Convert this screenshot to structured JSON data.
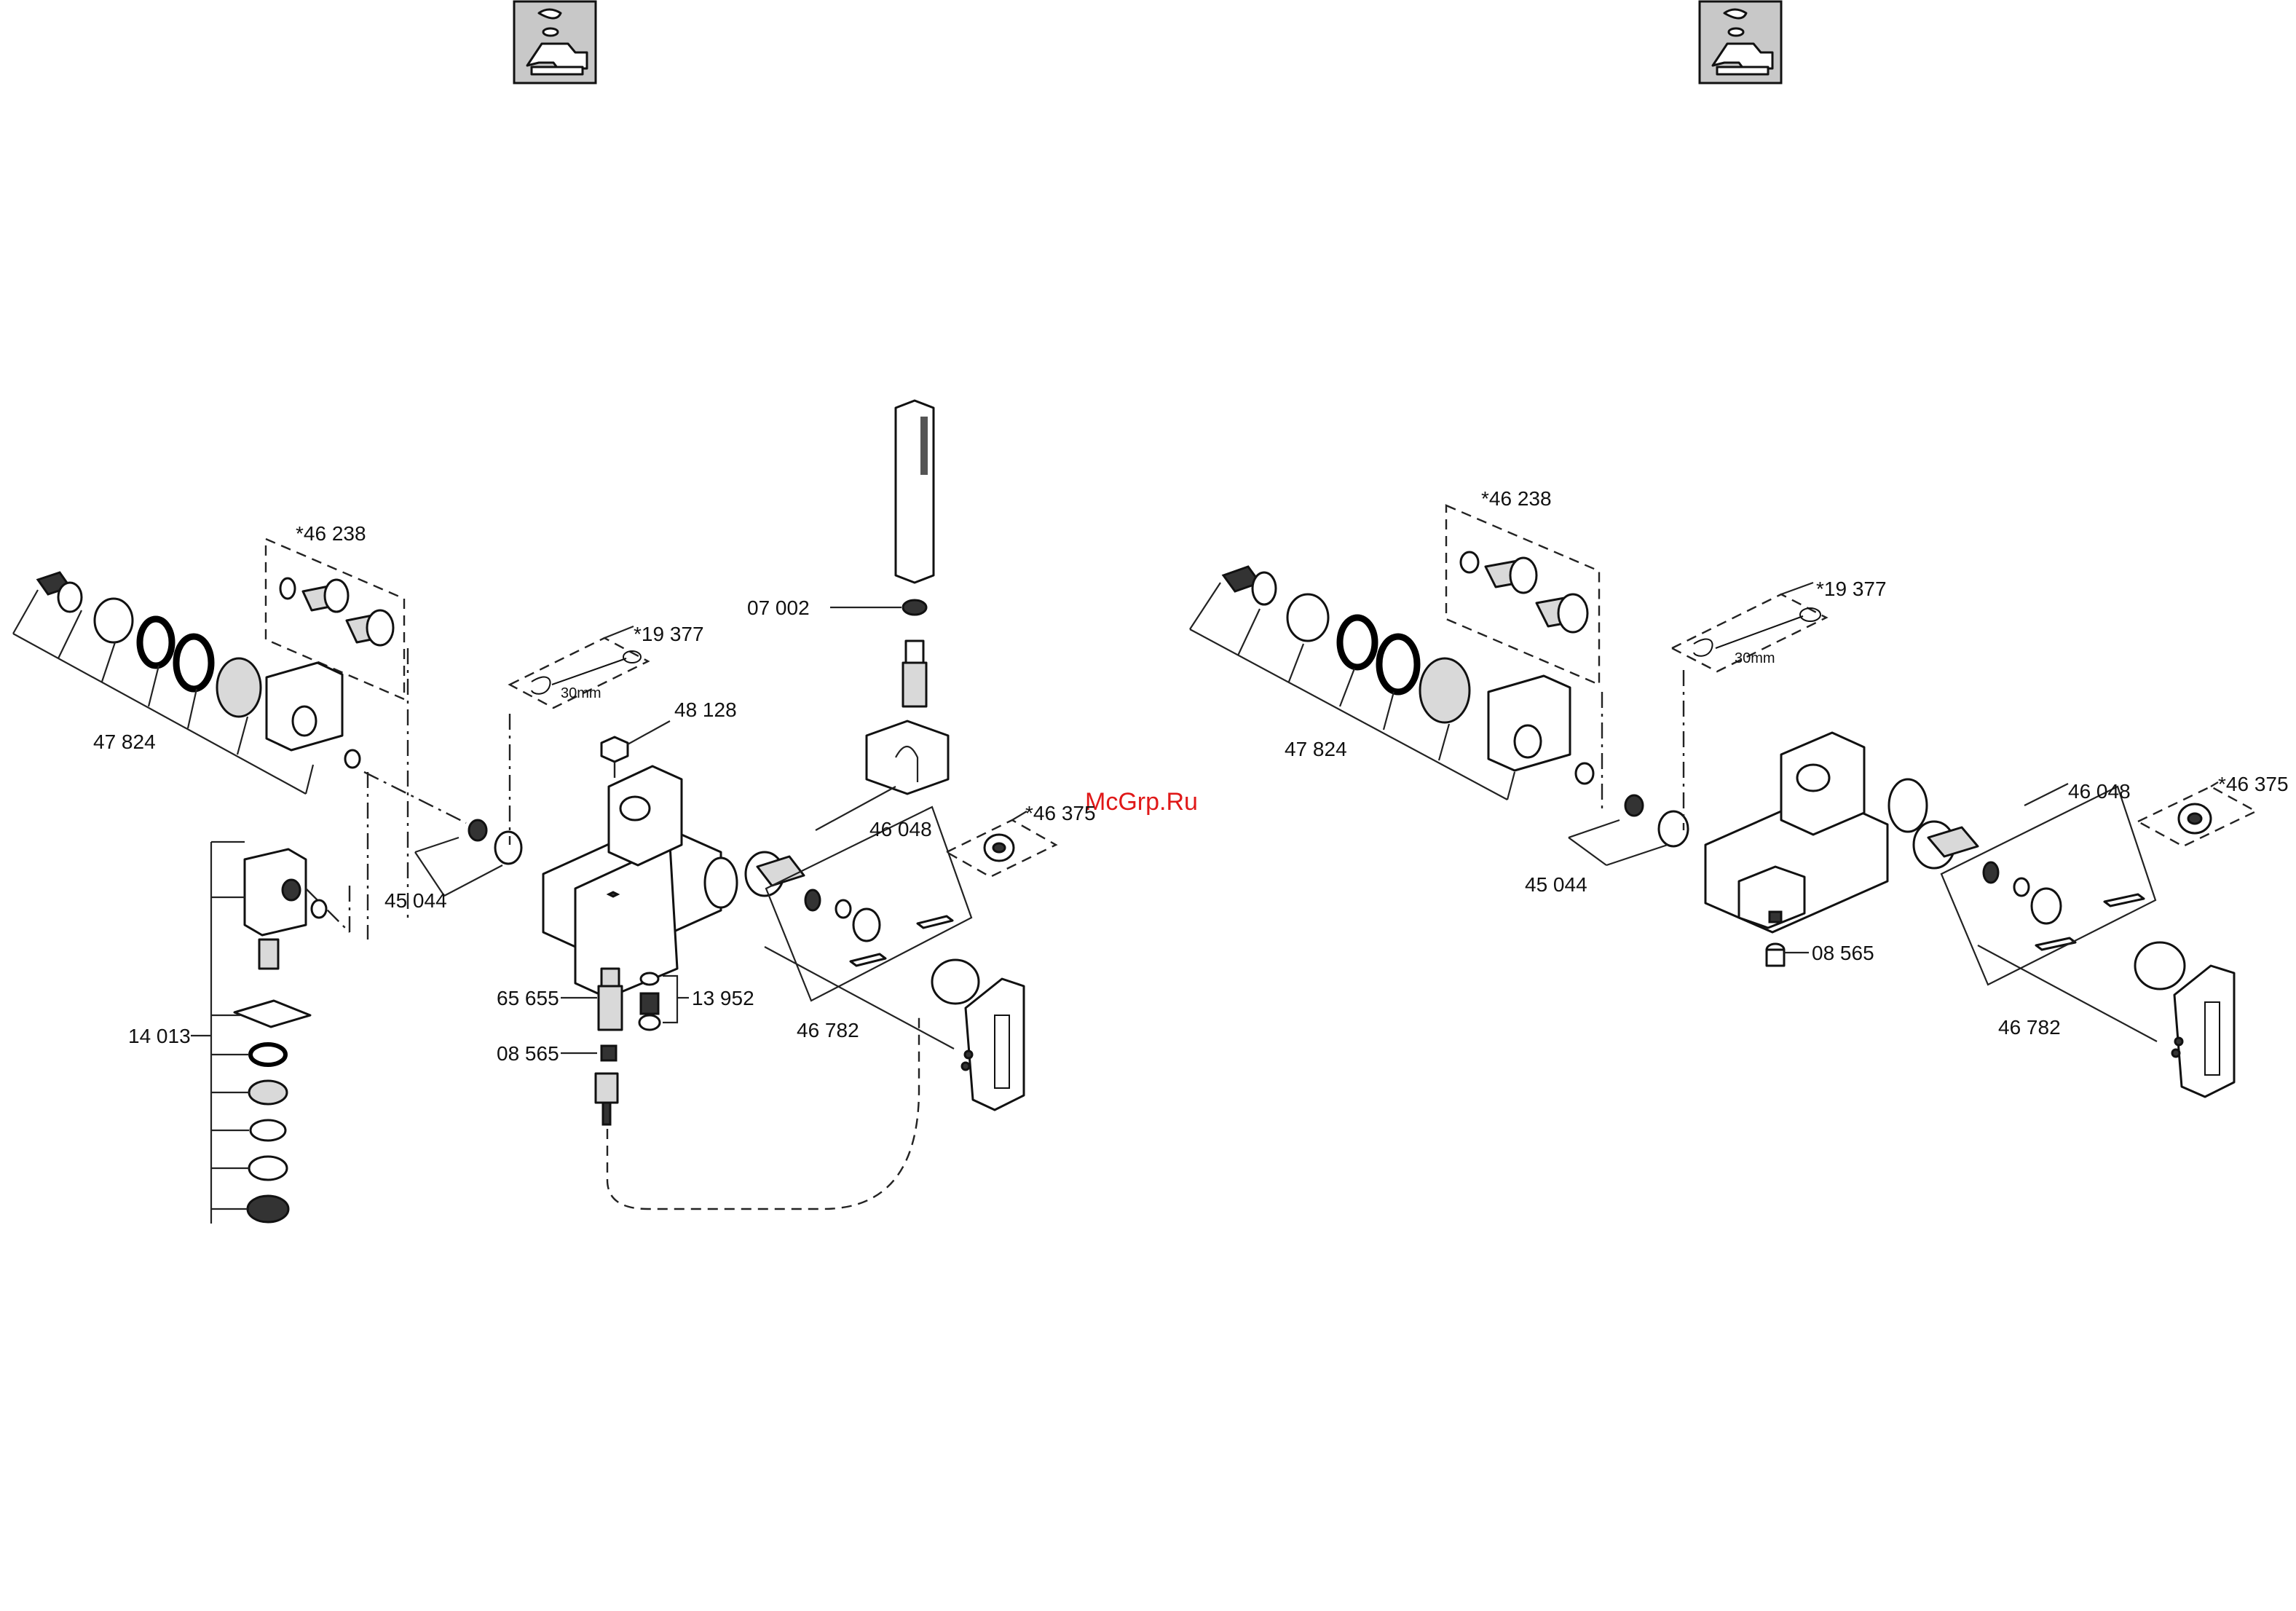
{
  "watermark": "McGrp.Ru",
  "icons": {
    "left": "faucet-icon",
    "right": "faucet-icon"
  },
  "left_view": {
    "labels": {
      "cartridge_kit": "*46 238",
      "wrench": "*19 377",
      "wrench_size": "30mm",
      "hand_shower_washer": "07 002",
      "button": "48 128",
      "eccentric_set": "47 824",
      "nut_set": "45 044",
      "cartridge": "46 048",
      "cap": "*46 375",
      "diverter": "65 655",
      "seal_set": "13 952",
      "aerator": "08 565",
      "handle": "46 782",
      "wall_union": "14 013"
    }
  },
  "right_view": {
    "labels": {
      "cartridge_kit": "*46 238",
      "wrench": "*19 377",
      "wrench_size": "30mm",
      "eccentric_set": "47 824",
      "nut_set": "45 044",
      "cartridge": "46 048",
      "cap": "*46 375",
      "aerator": "08 565",
      "handle": "46 782"
    }
  }
}
